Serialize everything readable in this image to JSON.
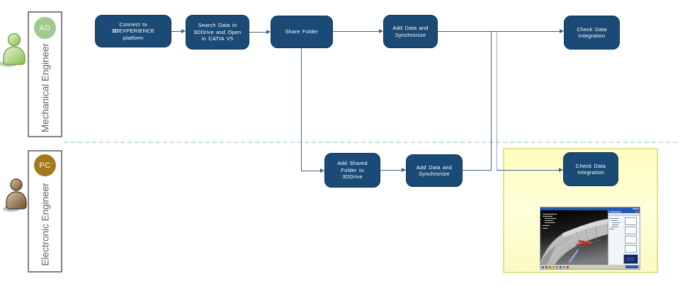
{
  "colors": {
    "node_fill": "#1A4A75",
    "node_border": "#0E3457",
    "node_text": "#FFFFFF",
    "connector": "#3C618F",
    "connector_light": "#92A9C3",
    "lane_border": "#828282",
    "lane_label": "#636363",
    "divider": "#C3DEF0",
    "highlight_fill": "#FEFEC4",
    "highlight_border": "#E5E08B",
    "badge_ad": "#A0C98D",
    "badge_pc": "#A5791B"
  },
  "lanes": [
    {
      "badge": "AD",
      "label": "Mechanical Engineer",
      "person_icon": "green-person-icon"
    },
    {
      "badge": "PC",
      "label": "Electronic Engineer",
      "person_icon": "brown-person-icon"
    }
  ],
  "nodes": {
    "connect": {
      "line1": "Connect to",
      "line2_bold": "3D",
      "line2_rest": "EXPERIENCE",
      "line3": "platform"
    },
    "search": {
      "lines": [
        "Search Data in",
        "3DDrive and Open",
        "in CATIA V5"
      ]
    },
    "share": {
      "lines": [
        "Share Folder"
      ]
    },
    "sync_top": {
      "lines": [
        "Add Data and",
        "Synchronize"
      ]
    },
    "check_top": {
      "lines": [
        "Check Data",
        "Integration"
      ]
    },
    "add_shared": {
      "lines": [
        "Add Shared",
        "Folder to",
        "3DDrive"
      ]
    },
    "sync_bottom": {
      "lines": [
        "Add Data and",
        "Synchronize"
      ]
    },
    "check_bottom": {
      "lines": [
        "Check Data",
        "Integration"
      ]
    }
  },
  "edges": [
    {
      "from": "connect",
      "to": "search"
    },
    {
      "from": "search",
      "to": "share"
    },
    {
      "from": "share",
      "to": "sync_top"
    },
    {
      "from": "sync_top",
      "to": "check_top"
    },
    {
      "from": "share",
      "to": "add_shared"
    },
    {
      "from": "add_shared",
      "to": "sync_bottom"
    },
    {
      "from": "sync_bottom",
      "to": "check_top"
    },
    {
      "from": "sync_top",
      "to": "check_bottom"
    }
  ],
  "screenshot": {
    "icon": "catia-cad-screenshot"
  }
}
